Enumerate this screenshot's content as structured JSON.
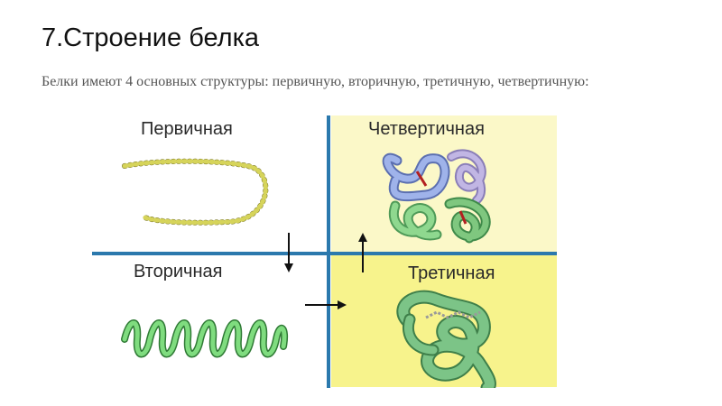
{
  "slide": {
    "title": "7.Строение белка",
    "body": "Белки имеют 4 основных структуры: первичную, вторичную, третичную, четвертичную:"
  },
  "figure": {
    "labels": {
      "primary": "Первичная",
      "quaternary": "Четвертичная",
      "secondary": "Вторичная",
      "tertiary": "Третичная"
    },
    "colors": {
      "divider": "#2b79ad",
      "quaternary_bg": "#fbf8c8",
      "tertiary_bg": "#f7f38c",
      "bead": "#d6d45a",
      "helix": "#69cc69",
      "tertiary_coil": "#6fb87a",
      "quaternary_blue": "#8a9fd8",
      "quaternary_green": "#7fc77f",
      "arrow": "#111111"
    },
    "icons": [
      "bead-chain-icon",
      "alpha-helix-icon",
      "folded-coil-icon",
      "subunit-complex-icon",
      "arrow-down-icon",
      "arrow-up-icon",
      "arrow-right-icon"
    ]
  }
}
